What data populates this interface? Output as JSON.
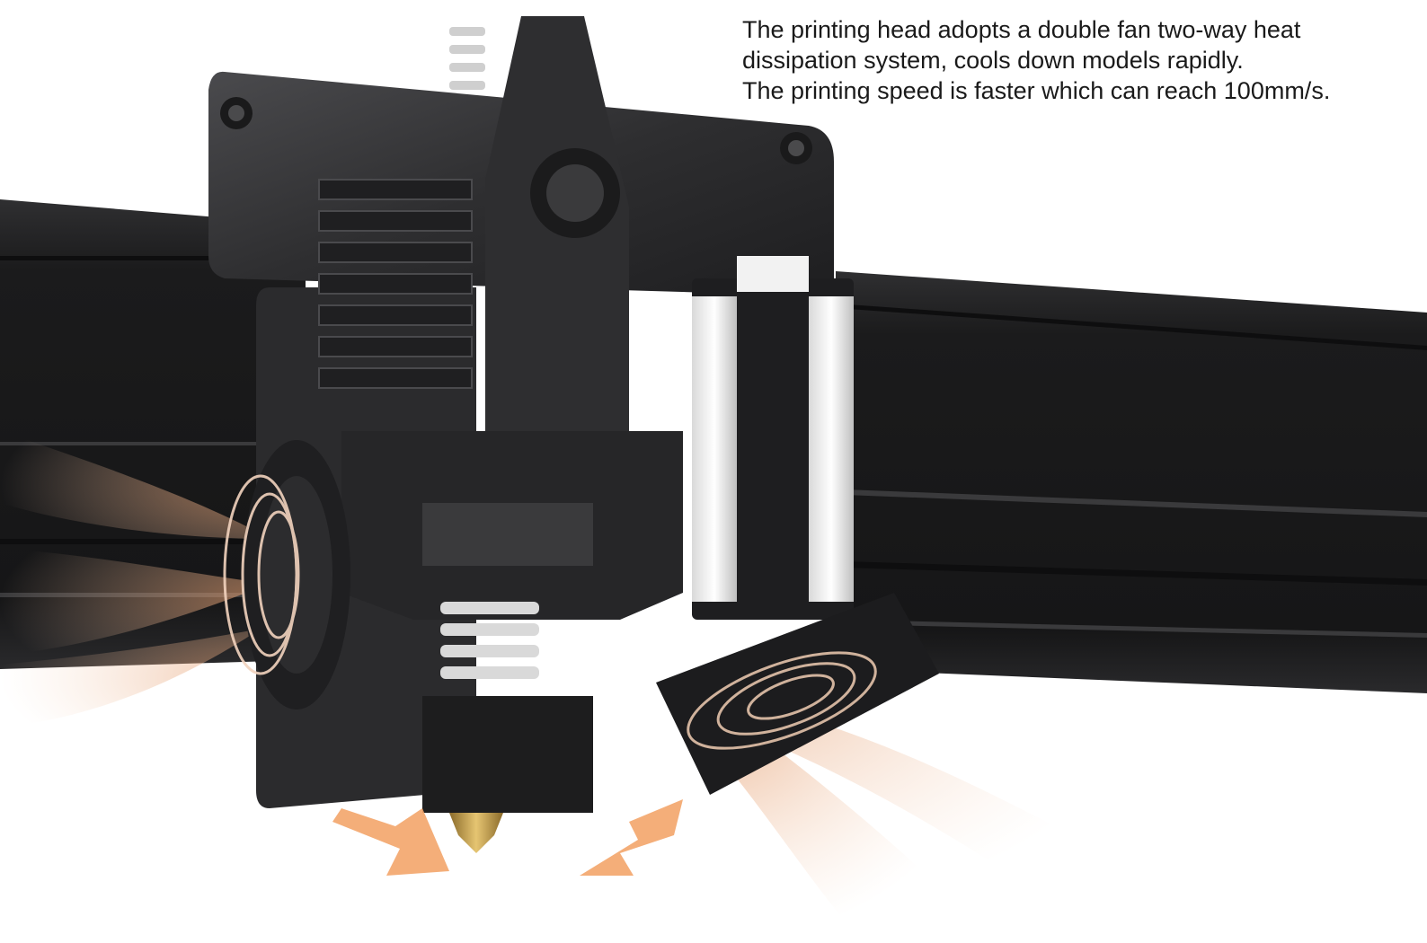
{
  "caption": {
    "line1": "The printing head adopts a double fan two-way heat",
    "line2": "dissipation system, cools down models rapidly.",
    "line3": "The printing speed is faster which can reach 100mm/s."
  },
  "colors": {
    "background": "#ffffff",
    "rail": "#1c1c1d",
    "rail_highlight": "#3a3a3c",
    "body": "#2b2b2d",
    "body_light": "#4a4a4d",
    "motor_white": "#e9e9e9",
    "nozzle_brass": "#c9a24a",
    "airflow": "#e9a070",
    "arrow": "#f3a56a",
    "caption_text": "#1a1a1a"
  },
  "icons": {
    "left_fan": "fan-swirl-icon",
    "right_fan": "fan-swirl-icon",
    "airflow_arrows": "arrow-down-icon"
  }
}
